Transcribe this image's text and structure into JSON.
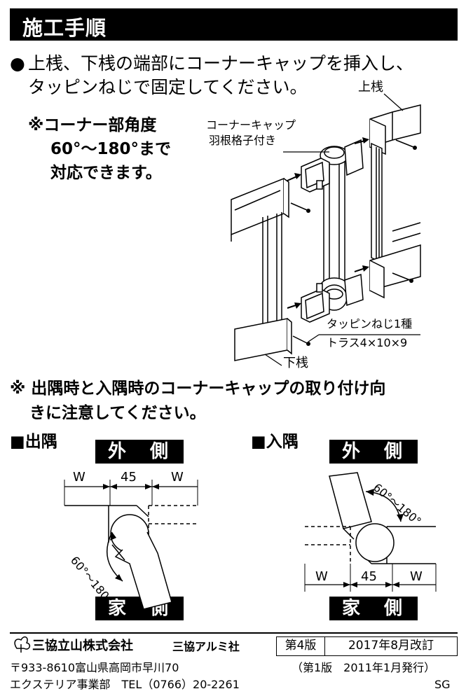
{
  "header": {
    "title": "施工手順"
  },
  "instruction": {
    "bullet": "●",
    "line1": "上桟、下桟の端部にコーナーキャップを挿入し、",
    "line2": "タッピンねじで固定してください。"
  },
  "angle_note": {
    "line1": "※コーナー部角度",
    "line2": "60°～180°まで",
    "line3": "対応できます。"
  },
  "labels": {
    "upper_rail": "上桟",
    "lower_rail": "下桟",
    "corner_cap_line1": "コーナーキャップ",
    "corner_cap_line2": "羽根格子付き",
    "screw_line1": "タッピンねじ1種",
    "screw_line2": "トラス4×10×9"
  },
  "caution": {
    "line1": "※ 出隅時と入隅時のコーナーキャップの取り付け向",
    "line2": "きに注意してください。"
  },
  "outer_corner": {
    "heading": "■出隅",
    "outside": "外　側",
    "house_side": "家　側",
    "w_left": "W",
    "center": "45",
    "w_right": "W",
    "angle": "60°～180°"
  },
  "inner_corner": {
    "heading": "■入隅",
    "outside": "外　側",
    "house_side": "家　側",
    "w_left": "W",
    "center": "45",
    "w_right": "W",
    "angle": "60°～180°"
  },
  "footer": {
    "company": "三協立山株式会社",
    "division": "三協アルミ社",
    "edition": "第4版",
    "revision": "2017年8月改訂",
    "address": "〒933-8610富山県高岡市早川70",
    "first_edition": "（第1版　2011年1月発行）",
    "department": "エクステリア事業部　TEL（0766）20-2261",
    "code": "SG"
  }
}
